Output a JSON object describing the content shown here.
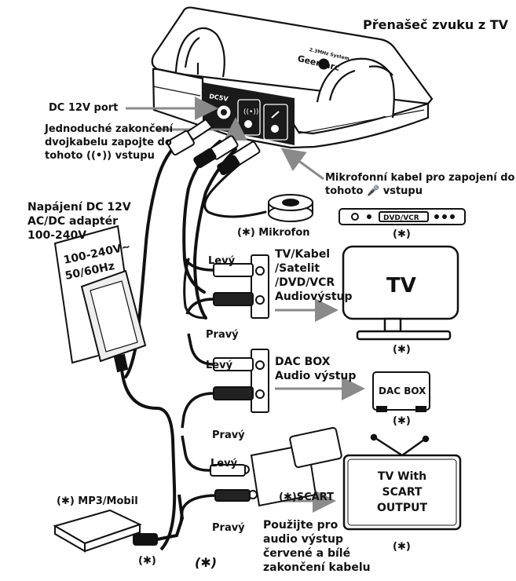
{
  "title": "Přenašeč zvuku z TV",
  "device": {
    "brand": "Geemarc",
    "model": "2.3MHz System",
    "panel_label": "DC5V"
  },
  "labels": {
    "dc_port": "DC 12V port",
    "single_end_lines": [
      "Jednoduché zakončení",
      "dvojkabelu zapojte do",
      "tohoto",
      "vstupu"
    ],
    "power_lines": [
      "Napájení DC 12V",
      "AC/DC adaptér",
      "100-240V"
    ],
    "adapter_text": [
      "100-240V~",
      "50/60Hz"
    ],
    "mic_cable_lines": [
      "Mikrofonní kabel pro zapojení do",
      "tohoto",
      "vstupu"
    ],
    "microphone": "(✱) Mikrofon",
    "dvd_label": "DVD/VCR",
    "dvd_mark": "(✱)",
    "tv_source_lines": [
      "TV/Kabel",
      "/Satelit",
      "/DVD/VCR",
      "Audiovýstup"
    ],
    "tv_label": "TV",
    "tv_mark": "(✱)",
    "dac_lines": [
      "DAC BOX",
      "Audio výstup"
    ],
    "dac_box_label": "DAC BOX",
    "dac_mark": "(✱)",
    "left_1": "Levý",
    "right_1": "Pravý",
    "left_2": "Levý",
    "right_2": "Pravý",
    "left_3": "Levý",
    "right_3": "Pravý",
    "scart_label": "(✱)SCART",
    "scart_tv_lines": [
      "TV With",
      "SCART",
      "OUTPUT"
    ],
    "scart_tv_mark": "(✱)",
    "mp3_label": "(✱)  MP3/Mobil",
    "mp3_mark": "(✱)",
    "bottom_mark": "(✱)",
    "use_red_white_lines": [
      "Použijte pro",
      "audio výstup",
      "červené a bílé",
      "zakončení kabelu"
    ]
  },
  "colors": {
    "ink": "#111111",
    "arrow": "#8a8a8a",
    "panel": "#1a1a1a"
  }
}
